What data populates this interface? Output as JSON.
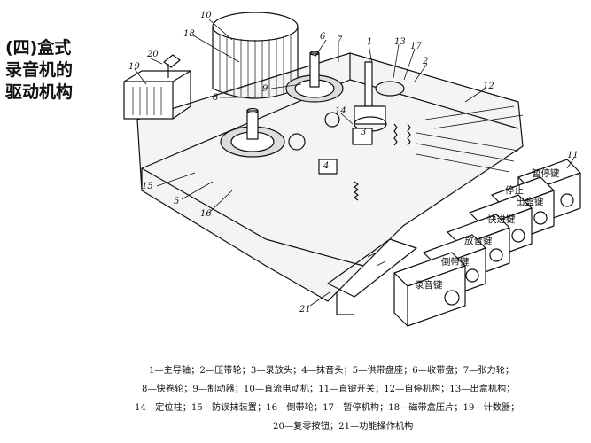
{
  "title": {
    "line1": "(四)盒式",
    "line2": "录音机的",
    "line3": "驱动机构"
  },
  "keys": [
    "暂停键",
    "停止",
    "出盒键",
    "快进键",
    "放音键",
    "倒带键",
    "录音键"
  ],
  "callouts": [
    "1",
    "2",
    "3",
    "4",
    "5",
    "6",
    "7",
    "8",
    "9",
    "10",
    "11",
    "12",
    "13",
    "14",
    "15",
    "16",
    "17",
    "18",
    "19",
    "20",
    "21"
  ],
  "legend": {
    "line1": "1—主导轴；2—压带轮；3—录放头；4—抹音头；5—供带盘座；6—收带盘；7—张力轮；",
    "line2": "8—快卷轮；9—制动器；10—直流电动机；11—直键开关；12—自停机构；13—出盒机构；",
    "line3": "14—定位柱；15—防误抹装置；16—倒带轮；17—暂停机构；18—磁带盒压片；19—计数器；",
    "line4": "20—复零按钮；21—功能操作机构"
  }
}
